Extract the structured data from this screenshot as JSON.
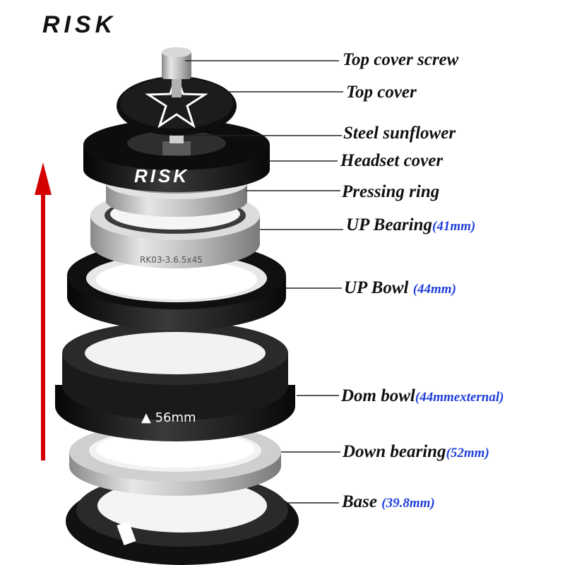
{
  "brand": {
    "logo_text": "RISK"
  },
  "colors": {
    "arrow": "#d40000",
    "dimension_text": "#1f3fd8",
    "leader_line": "#222222",
    "part_black": "#141414",
    "part_silver": "#b8b8b8"
  },
  "parts": [
    {
      "label": "Top cover screw",
      "dimension": ""
    },
    {
      "label": "Top  cover",
      "dimension": ""
    },
    {
      "label": "Steel sunflower",
      "dimension": ""
    },
    {
      "label": "Headset cover",
      "dimension": ""
    },
    {
      "label": "Pressing ring",
      "dimension": ""
    },
    {
      "label": "UP  Bearing",
      "dimension": "(41mm)"
    },
    {
      "label": "UP  Bowl ",
      "dimension": "(44mm)"
    },
    {
      "label": "Dom bowl",
      "dimension": "(44mmexternal)"
    },
    {
      "label": "Down bearing",
      "dimension": "(52mm)"
    },
    {
      "label": "Base ",
      "dimension": "(39.8mm)"
    }
  ],
  "product_markings": {
    "bearing_text": "RK03-3.6.5x45",
    "bowl_size_text": "▲ 56mm"
  },
  "icons": {
    "direction_arrow": "up-arrow-icon",
    "top_cover_emblem": "star-icon"
  }
}
